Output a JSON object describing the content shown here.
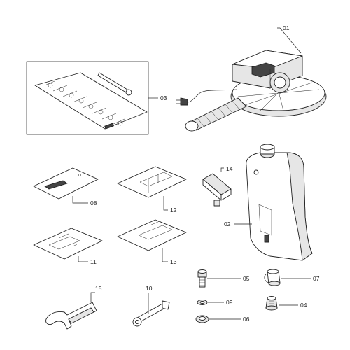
{
  "callouts": {
    "p01": "01",
    "p02": "02",
    "p03": "03",
    "p04": "04",
    "p05": "05",
    "p06": "06",
    "p07": "07",
    "p08": "08",
    "p09": "09",
    "p10": "10",
    "p11": "11",
    "p12": "12",
    "p13": "13",
    "p14": "14",
    "p15": "15"
  }
}
